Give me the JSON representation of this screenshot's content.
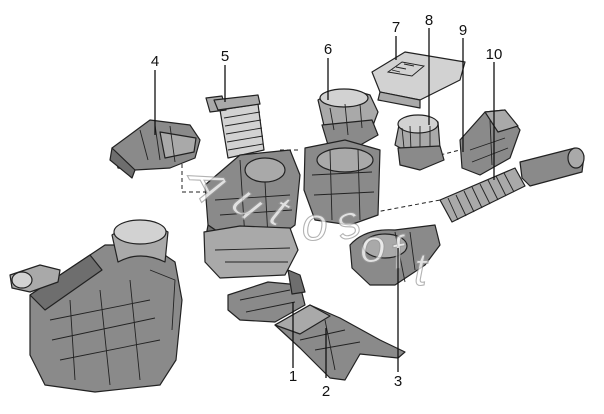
{
  "callouts": [
    "1",
    "2",
    "3",
    "4",
    "5",
    "6",
    "7",
    "8",
    "9",
    "10"
  ],
  "watermark": "Autosoft",
  "colors": {
    "part_fill": "#8a8a8a",
    "line": "#222222",
    "background": "#ffffff"
  }
}
